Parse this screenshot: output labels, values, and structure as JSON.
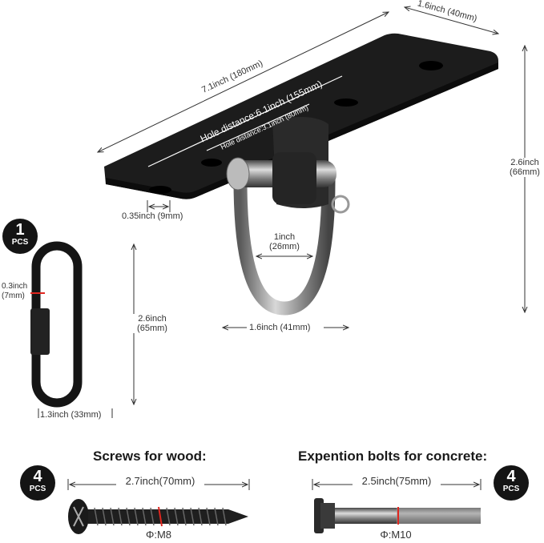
{
  "plate": {
    "length": "7.1inch (180mm)",
    "width": "1.6inch (40mm)",
    "hole_distance_outer": "Hole distance:6.1inch (155mm)",
    "hole_distance_inner": "Hole distance:3.1inch (80mm)",
    "hole_diameter": "0.35inch (9mm)",
    "total_height_line1": "2.6inch",
    "total_height_line2": "(66mm)"
  },
  "shackle": {
    "inner_width_line1": "1inch",
    "inner_width_line2": "(26mm)",
    "outer_width": "1.6inch (41mm)"
  },
  "carabiner": {
    "badge_count": "1",
    "badge_unit": "PCS",
    "thickness_line1": "0.3inch",
    "thickness_line2": "(7mm)",
    "height_line1": "2.6inch",
    "height_line2": "(65mm)",
    "width": "1.3inch (33mm)"
  },
  "screws": {
    "title": "Screws for wood:",
    "badge_count": "4",
    "badge_unit": "PCS",
    "length": "2.7inch(70mm)",
    "diameter": "Φ:M8"
  },
  "bolts": {
    "title": "Expention bolts for concrete:",
    "badge_count": "4",
    "badge_unit": "PCS",
    "length": "2.5inch(75mm)",
    "diameter": "Φ:M10"
  },
  "colors": {
    "metal_dark": "#1b1b1b",
    "steel": "#9a9a9a",
    "marker_red": "#e0261f"
  }
}
